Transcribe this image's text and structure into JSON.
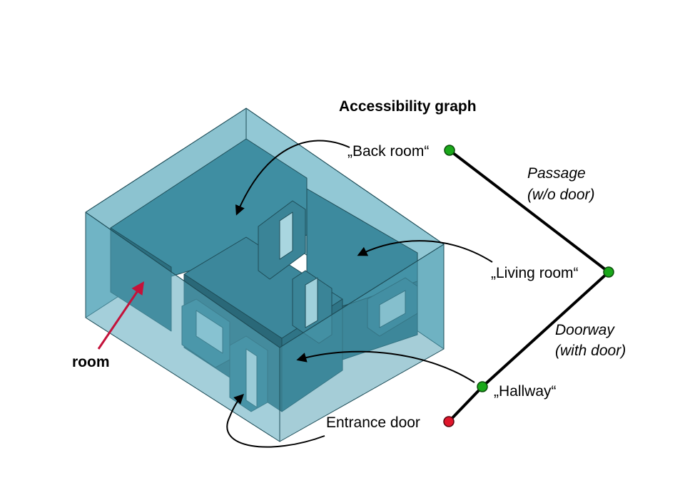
{
  "title": "Accessibility graph",
  "labels": {
    "back_room": "„Back room“",
    "living_room": "„Living room“",
    "hallway": "„Hallway“",
    "entrance_door": "Entrance door",
    "room": "room"
  },
  "edges": {
    "passage_line1": "Passage",
    "passage_line2": "(w/o door)",
    "doorway_line1": "Doorway",
    "doorway_line2": "(with door)"
  },
  "colors": {
    "node_room": "#1aa81a",
    "node_door": "#e0162b",
    "room_arrow": "#c4123a",
    "building_face": "#2f8fa6",
    "edge_line": "#000000"
  }
}
